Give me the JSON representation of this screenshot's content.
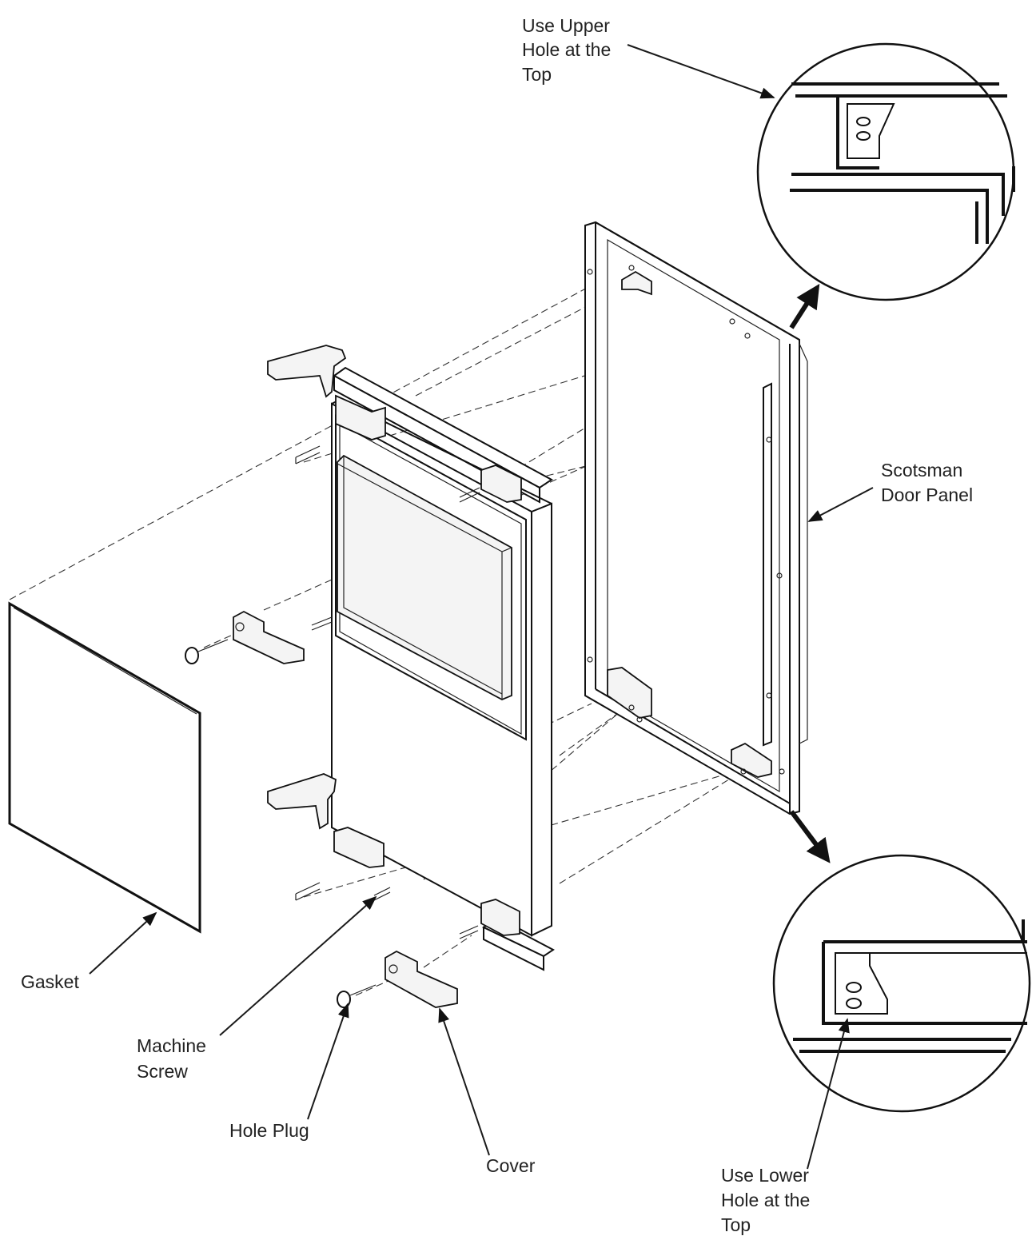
{
  "labels": {
    "upper_hole": [
      "Use Upper",
      "Hole at the",
      "Top"
    ],
    "door_panel": [
      "Scotsman",
      "Door Panel"
    ],
    "gasket": "Gasket",
    "machine_screw": [
      "Machine",
      "Screw"
    ],
    "hole_plug": "Hole Plug",
    "cover": "Cover",
    "lower_hole": [
      "Use Lower",
      "Hole at the",
      "Top"
    ]
  },
  "colors": {
    "ink": "#111111",
    "paper": "#ffffff"
  }
}
